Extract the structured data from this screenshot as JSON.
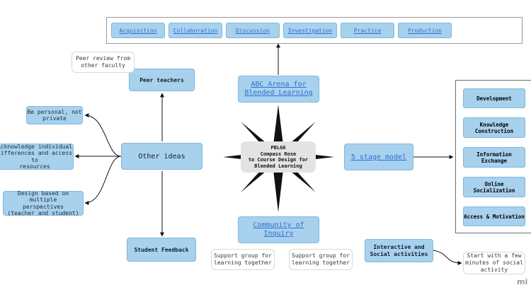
{
  "top_tabs": [
    "Acquisition",
    "Collaboration",
    "Discussion",
    "Investigation",
    "Practice",
    "Production"
  ],
  "center": {
    "title": "PBLG6",
    "subtitle": "Compass Rose\nto Course Design for\nBlended Learning"
  },
  "abc_arena": "ABC Arena for\nBlended Learning",
  "community": "Community of\nInquiry",
  "five_stage": "5 stage model",
  "other_ideas": "Other ideas",
  "peer_teachers": "Peer teachers",
  "student_feedback": "Student Feedback",
  "peer_review_note": "Peer review from\nother faculty",
  "left_notes": [
    "Be personal, not\nprivate",
    "Acknowledge individual\ndifferences and access to\nresources",
    "Design based on multiple\nperspectives\n(teacher and student)"
  ],
  "support_notes": [
    "Support group for\nlearning together",
    "Support group for\nlearning together"
  ],
  "stages": [
    "Development",
    "Knowledge\nConstruction",
    "Information\nExchange",
    "Online\nSocialization",
    "Access & Motivation"
  ],
  "interactive": "Interactive and\nSocial activities",
  "social_note": "Start with a few\nminutes of social\nactivity",
  "watermark": "mi",
  "colors": {
    "box_fill": "#a8d1ee",
    "link": "#2f6fd1",
    "star": "#111111",
    "center_fill": "#e3e3e3"
  }
}
